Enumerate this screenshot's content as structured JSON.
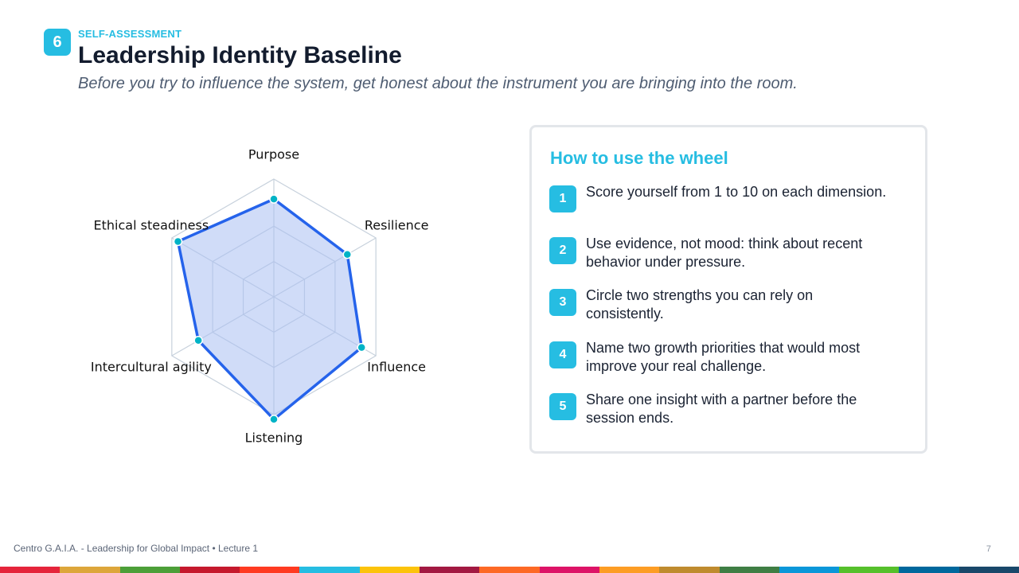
{
  "header": {
    "section_number": "6",
    "eyebrow": "SELF-ASSESSMENT",
    "title": "Leadership Identity Baseline",
    "subtitle": "Before you try to influence the system, get honest about the instrument you are bringing into the room."
  },
  "chart_data": {
    "type": "radar",
    "categories": [
      "Purpose",
      "Resilience",
      "Influence",
      "Listening",
      "Intercultural agility",
      "Ethical steadiness"
    ],
    "series": [
      {
        "values": [
          8.3,
          7.2,
          8.6,
          10.4,
          7.4,
          9.4
        ]
      }
    ],
    "rlim": [
      0,
      10
    ],
    "rings": [
      3,
      6,
      10
    ],
    "colors": {
      "line": "#2563eb",
      "fill": "#a9bff3",
      "marker": "#00b3c6",
      "grid": "#c7d1dc"
    }
  },
  "card": {
    "title": "How to use the wheel",
    "steps": [
      {
        "num": "1",
        "text": "Score yourself from 1 to 10 on each dimension."
      },
      {
        "num": "2",
        "text": "Use evidence, not mood: think about recent behavior under pressure."
      },
      {
        "num": "3",
        "text": "Circle two strengths you can rely on consistently."
      },
      {
        "num": "4",
        "text": "Name two growth priorities that would most improve your real challenge."
      },
      {
        "num": "5",
        "text": "Share one insight with a partner before the session ends."
      }
    ]
  },
  "footer": {
    "text": "Centro G.A.I.A. - Leadership for Global Impact • Lecture 1",
    "page": "7"
  },
  "theme": {
    "accent": "#26bde2",
    "sdg_colors": [
      "#e5243b",
      "#dda63a",
      "#4c9f38",
      "#c5192d",
      "#ff3a21",
      "#26bde2",
      "#fcc30b",
      "#a21942",
      "#fd6925",
      "#dd1367",
      "#fd9d24",
      "#bf8b2e",
      "#3f7e44",
      "#0a97d9",
      "#56c02b",
      "#00689d",
      "#19486a"
    ]
  }
}
